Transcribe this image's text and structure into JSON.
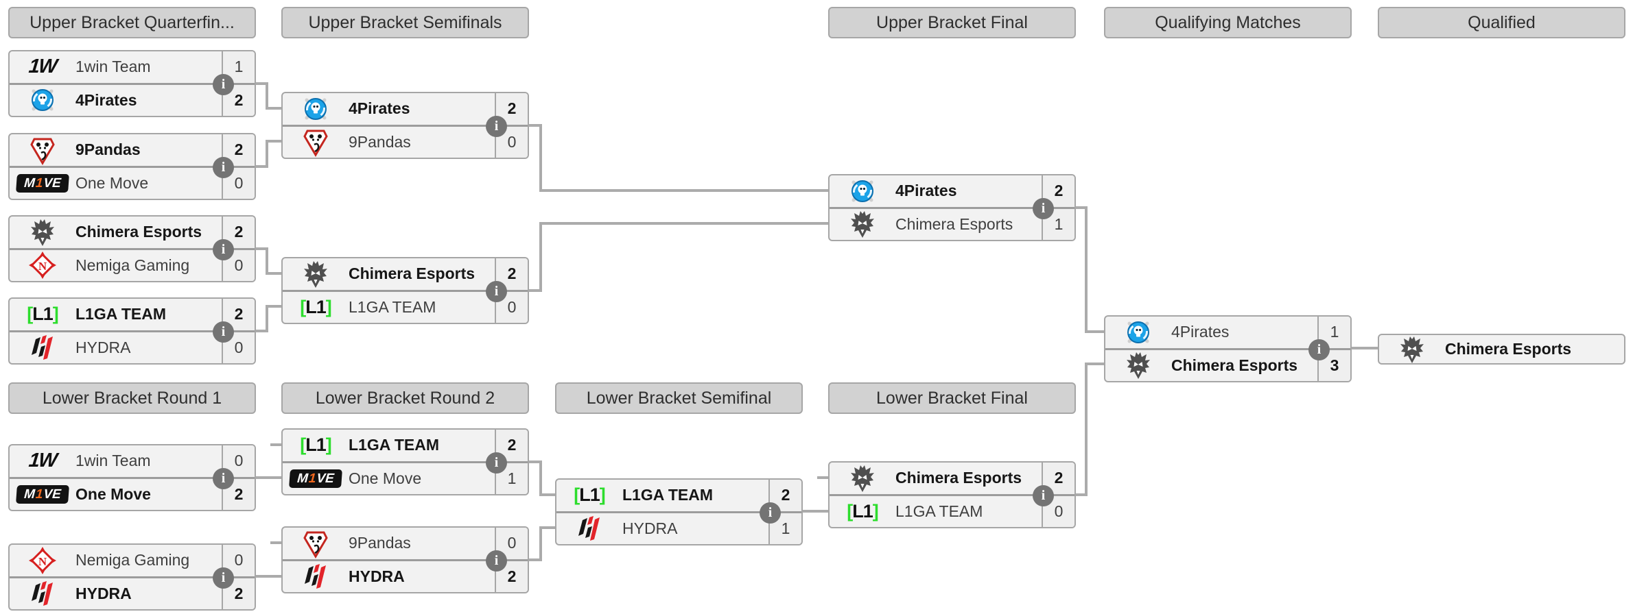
{
  "round_headers": {
    "upper_quarterfinals": "Upper Bracket Quarterfin...",
    "upper_semifinals": "Upper Bracket Semifinals",
    "upper_final": "Upper Bracket Final",
    "qualifying_matches": "Qualifying Matches",
    "qualified": "Qualified",
    "lower_round_1": "Lower Bracket Round 1",
    "lower_round_2": "Lower Bracket Round 2",
    "lower_semifinal": "Lower Bracket Semifinal",
    "lower_final": "Lower Bracket Final"
  },
  "info_icon_glyph": "i",
  "colors": {
    "header_bg": "#d2d2d2",
    "box_bg": "#f2f2f2",
    "border": "#a6a6a6",
    "connector": "#ababab",
    "winner_text": "#161616",
    "loser_text": "#3f3f3f",
    "info_icon_bg": "#747474",
    "pirates_blue": "#1ca3e8",
    "pandas_red": "#c4261f",
    "onemove_orange": "#f4681d",
    "nemiga_red": "#d6201f",
    "l1ga_green": "#2ddd2d",
    "hydra_red": "#e2242a",
    "chimera_gray": "#4f4f4f"
  },
  "matches": [
    {
      "id": "ubqf1",
      "teams": [
        {
          "name": "1win Team",
          "logo": "1win",
          "score": "1",
          "winner": false
        },
        {
          "name": "4Pirates",
          "logo": "4pirates",
          "score": "2",
          "winner": true
        }
      ]
    },
    {
      "id": "ubqf2",
      "teams": [
        {
          "name": "9Pandas",
          "logo": "9pandas",
          "score": "2",
          "winner": true
        },
        {
          "name": "One Move",
          "logo": "onemove",
          "score": "0",
          "winner": false
        }
      ]
    },
    {
      "id": "ubqf3",
      "teams": [
        {
          "name": "Chimera Esports",
          "logo": "chimera",
          "score": "2",
          "winner": true
        },
        {
          "name": "Nemiga Gaming",
          "logo": "nemiga",
          "score": "0",
          "winner": false
        }
      ]
    },
    {
      "id": "ubqf4",
      "teams": [
        {
          "name": "L1GA TEAM",
          "logo": "l1ga",
          "score": "2",
          "winner": true
        },
        {
          "name": "HYDRA",
          "logo": "hydra",
          "score": "0",
          "winner": false
        }
      ]
    },
    {
      "id": "ubsf1",
      "teams": [
        {
          "name": "4Pirates",
          "logo": "4pirates",
          "score": "2",
          "winner": true
        },
        {
          "name": "9Pandas",
          "logo": "9pandas",
          "score": "0",
          "winner": false
        }
      ]
    },
    {
      "id": "ubsf2",
      "teams": [
        {
          "name": "Chimera Esports",
          "logo": "chimera",
          "score": "2",
          "winner": true
        },
        {
          "name": "L1GA TEAM",
          "logo": "l1ga",
          "score": "0",
          "winner": false
        }
      ]
    },
    {
      "id": "ubf",
      "teams": [
        {
          "name": "4Pirates",
          "logo": "4pirates",
          "score": "2",
          "winner": true
        },
        {
          "name": "Chimera Esports",
          "logo": "chimera",
          "score": "1",
          "winner": false
        }
      ]
    },
    {
      "id": "qual",
      "teams": [
        {
          "name": "4Pirates",
          "logo": "4pirates",
          "score": "1",
          "winner": false
        },
        {
          "name": "Chimera Esports",
          "logo": "chimera",
          "score": "3",
          "winner": true
        }
      ]
    },
    {
      "id": "lbr1m1",
      "teams": [
        {
          "name": "1win Team",
          "logo": "1win",
          "score": "0",
          "winner": false
        },
        {
          "name": "One Move",
          "logo": "onemove",
          "score": "2",
          "winner": true
        }
      ]
    },
    {
      "id": "lbr1m2",
      "teams": [
        {
          "name": "Nemiga Gaming",
          "logo": "nemiga",
          "score": "0",
          "winner": false
        },
        {
          "name": "HYDRA",
          "logo": "hydra",
          "score": "2",
          "winner": true
        }
      ]
    },
    {
      "id": "lbr2m1",
      "teams": [
        {
          "name": "L1GA TEAM",
          "logo": "l1ga",
          "score": "2",
          "winner": true
        },
        {
          "name": "One Move",
          "logo": "onemove",
          "score": "1",
          "winner": false
        }
      ]
    },
    {
      "id": "lbr2m2",
      "teams": [
        {
          "name": "9Pandas",
          "logo": "9pandas",
          "score": "0",
          "winner": false
        },
        {
          "name": "HYDRA",
          "logo": "hydra",
          "score": "2",
          "winner": true
        }
      ]
    },
    {
      "id": "lbsf",
      "teams": [
        {
          "name": "L1GA TEAM",
          "logo": "l1ga",
          "score": "2",
          "winner": true
        },
        {
          "name": "HYDRA",
          "logo": "hydra",
          "score": "1",
          "winner": false
        }
      ]
    },
    {
      "id": "lbf",
      "teams": [
        {
          "name": "Chimera Esports",
          "logo": "chimera",
          "score": "2",
          "winner": true
        },
        {
          "name": "L1GA TEAM",
          "logo": "l1ga",
          "score": "0",
          "winner": false
        }
      ]
    }
  ],
  "qualified_team": {
    "name": "Chimera Esports",
    "logo": "chimera"
  }
}
